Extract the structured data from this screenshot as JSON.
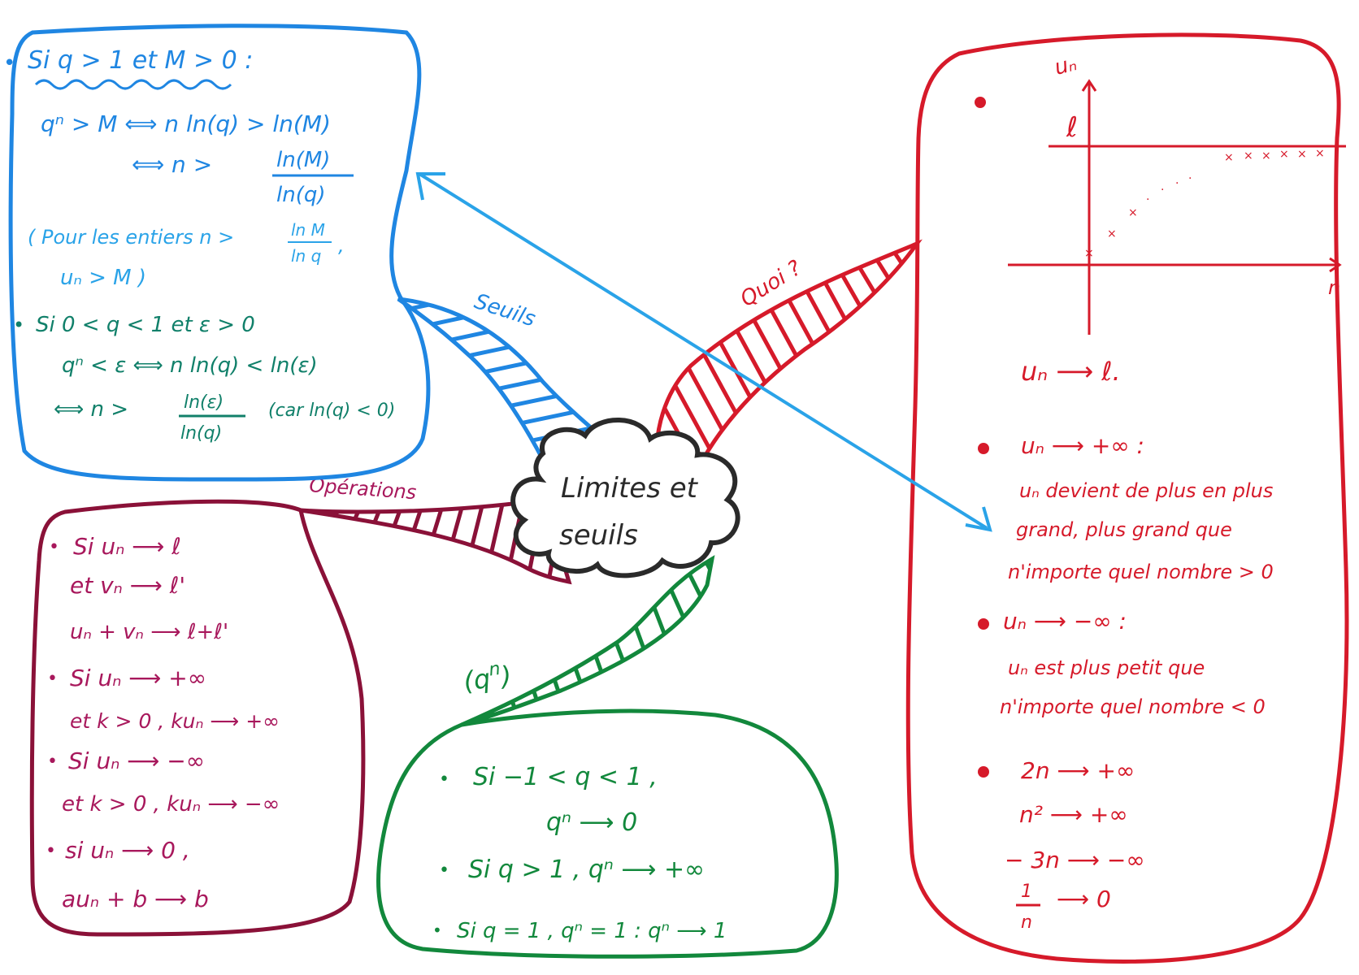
{
  "colors": {
    "blue": "#1f86e2",
    "blue_light": "#2aa3e8",
    "teal": "#11806a",
    "crimson": "#8a1138",
    "magenta": "#a8185c",
    "red": "#d61a2a",
    "green": "#12883c",
    "ink": "#2a2a2a"
  },
  "center": {
    "line1": "Limites et",
    "line2": "seuils"
  },
  "branches": {
    "seuils": "Seuils",
    "quoi": "Quoi ?",
    "operations": "Opérations",
    "qn_base": "(q",
    "qn_exp": "n",
    "qn_close": ")"
  },
  "blue_box": {
    "title": "Si q > 1  et M > 0 :",
    "line1": "qⁿ > M ⟺ n ln(q) > ln(M)",
    "line2_pre": "⟺  n >",
    "line2_num": "ln(M)",
    "line2_den": "ln(q)",
    "note_pre": "( Pour les entiers n >",
    "note_num": "ln M",
    "note_den": "ln q",
    "note_post": ",",
    "note_line2": "uₙ > M )",
    "green_title": "Si  0 < q < 1   et ε > 0",
    "green_line1": "qⁿ < ε ⟺  n ln(q) < ln(ε)",
    "green_line2_pre": "⟺  n >",
    "green_line2_num": "ln(ε)",
    "green_line2_den": "ln(q)",
    "green_line2_post": "(car ln(q) < 0)"
  },
  "crimson_box": {
    "i1_l1": "Si uₙ ⟶ ℓ",
    "i1_l2": "et vₙ ⟶ ℓ'",
    "i1_l3": "uₙ + vₙ ⟶ ℓ+ℓ'",
    "i2_l1": "Si uₙ ⟶ +∞",
    "i2_l2": "et k > 0 , kuₙ ⟶ +∞",
    "i3_l1": "Si  uₙ ⟶ −∞",
    "i3_l2": "et k > 0 ,  kuₙ ⟶ −∞",
    "i4_l1": "si uₙ ⟶ 0 ,",
    "i4_l2": "auₙ + b ⟶ b"
  },
  "green_box": {
    "l1": "Si  −1 < q < 1 ,",
    "l2": "qⁿ ⟶ 0",
    "l3": "Si   q > 1 ,  qⁿ ⟶ +∞",
    "l4": "Si q = 1  ,  qⁿ = 1 : qⁿ ⟶ 1"
  },
  "red_box": {
    "graph_y_label": "uₙ",
    "graph_l_label": "ℓ",
    "graph_x_label": "n",
    "lim_l": "uₙ ⟶ ℓ.",
    "plus_inf_title": "uₙ ⟶ +∞  :",
    "plus_inf_l1": "uₙ devient  de plus en plus",
    "plus_inf_l2": "grand,  plus grand que",
    "plus_inf_l3": "n'importe  quel  nombre > 0",
    "minus_inf_title": "uₙ ⟶ −∞  :",
    "minus_inf_l1": "uₙ  est  plus  petit que",
    "minus_inf_l2": "n'importe  quel  nombre < 0",
    "ex1": "2n ⟶ +∞",
    "ex2": "n² ⟶ +∞",
    "ex3": "− 3n ⟶ −∞",
    "ex4_num": "1",
    "ex4_den": "n",
    "ex4_post": "⟶ 0"
  }
}
